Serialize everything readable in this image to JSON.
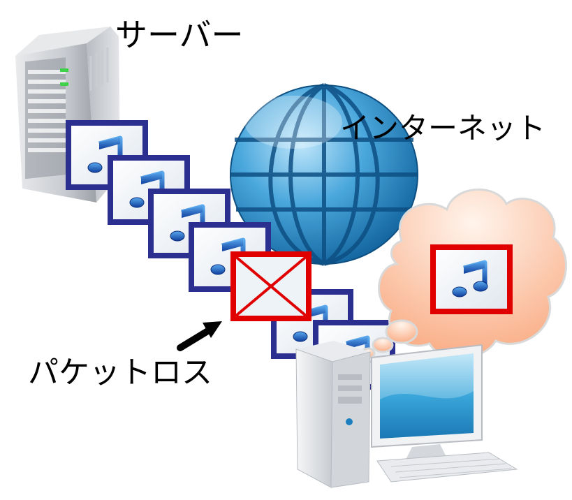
{
  "labels": {
    "server": "サーバー",
    "internet": "インターネット",
    "packet_loss": "パケットロス"
  },
  "icons": {
    "server": "server-tower-icon",
    "globe": "globe-icon",
    "packet": "music-note-icon",
    "lost_packet": "red-x-icon",
    "thought": "thought-cloud-icon",
    "client": "desktop-computer-icon",
    "arrow": "arrow-icon"
  },
  "colors": {
    "packet_border": "#2b2f8f",
    "lost_border": "#e00000",
    "cloud_fill": "#fbbf9c",
    "globe": "#2a8bc9",
    "arrow": "#000000"
  }
}
